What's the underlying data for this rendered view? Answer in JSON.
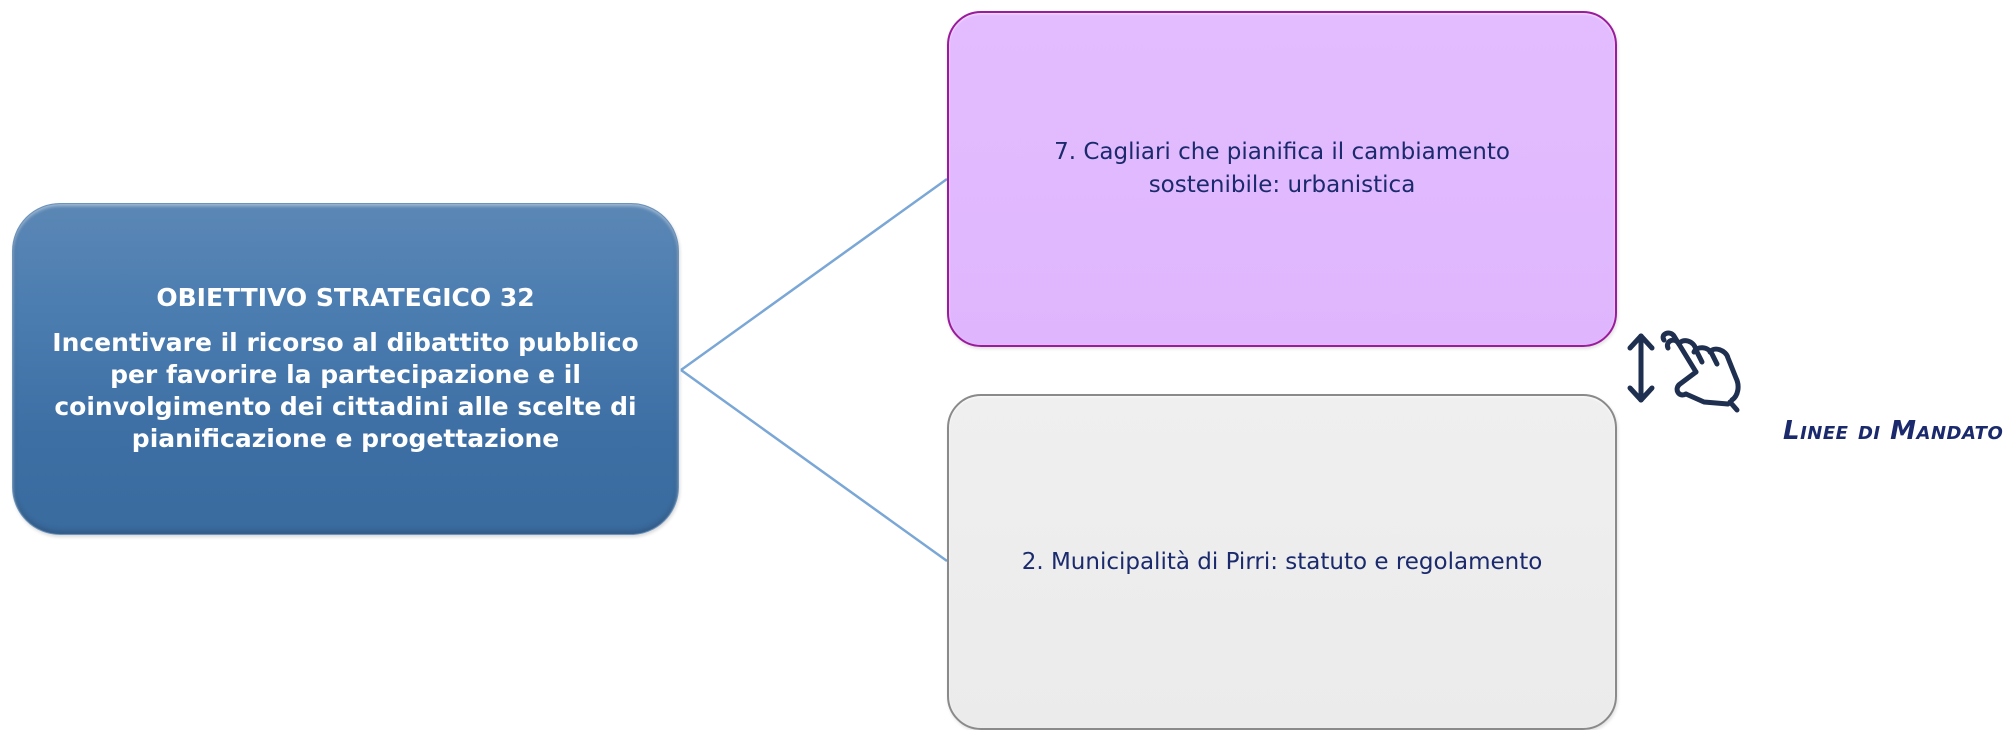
{
  "objective": {
    "title": "OBIETTIVO STRATEGICO 32",
    "text": "Incentivare il ricorso al dibattito pubblico per favorire la partecipazione e il coinvolgimento dei cittadini alle scelte di pianificazione e progettazione"
  },
  "mandates": [
    {
      "text": "7. Cagliari che pianifica il cambiamento sostenibile: urbanistica",
      "color": "#dfb6fd"
    },
    {
      "text": "2. Municipalità di Pirri: statuto e regolamento",
      "color": "#ececec"
    }
  ],
  "side_label": "Linee di Mandato",
  "icons": {
    "pointer": "hand-scroll-icon"
  },
  "colors": {
    "objective": "#3d6fa4",
    "connector": "#7aa7d6",
    "text_dark": "#1a2a6c"
  }
}
